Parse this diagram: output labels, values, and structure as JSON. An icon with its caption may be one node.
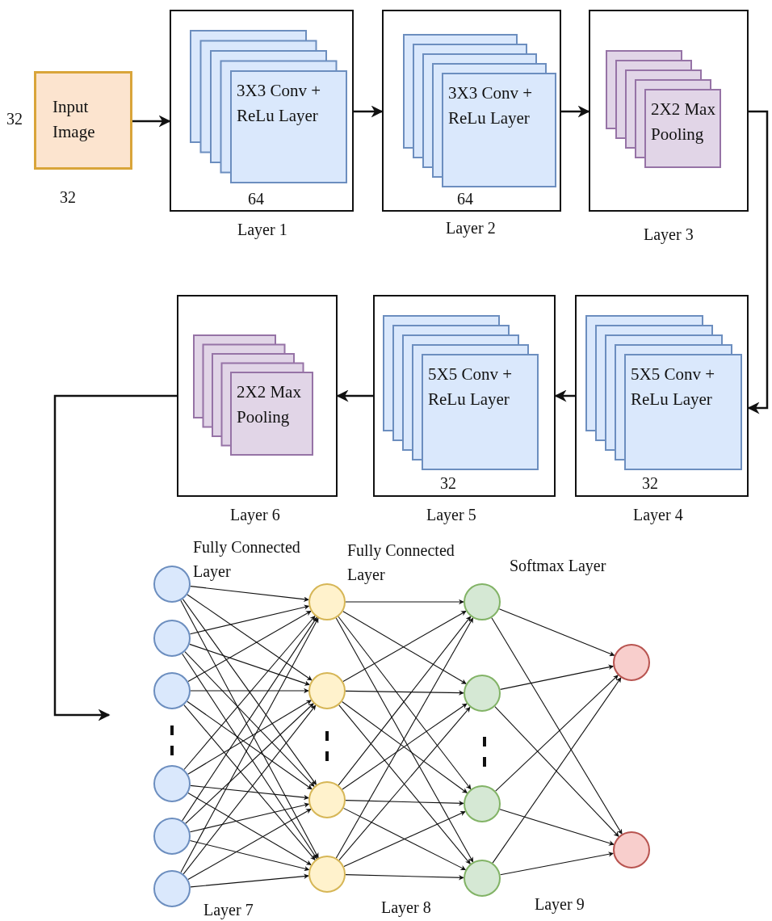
{
  "diagram": {
    "nodes": [
      {
        "text": [
          "Input Image"
        ],
        "beside": [
          "32",
          "32"
        ]
      },
      {
        "text": [],
        "shape": "box",
        "beside": [
          "Layer 1"
        ]
      },
      {
        "text": [
          "3X3 Conv + ReLu Layer"
        ],
        "in": 1,
        "beside": [
          "64"
        ]
      },
      {
        "text": [],
        "shape": "box",
        "beside": [
          "Layer 2"
        ]
      },
      {
        "text": [
          "3X3 Conv + ReLu Layer"
        ],
        "in": 3,
        "beside": [
          "64"
        ]
      },
      {
        "text": [],
        "shape": "box",
        "beside": [
          "Layer 3"
        ]
      },
      {
        "text": [
          "2X2 Max Pooling"
        ],
        "in": 5
      },
      {
        "text": [],
        "shape": "box",
        "beside": [
          "Layer 4"
        ]
      },
      {
        "text": [
          "5X5 Conv + ReLu Layer"
        ],
        "in": 7,
        "beside": [
          "32"
        ]
      },
      {
        "text": [],
        "shape": "box",
        "beside": [
          "Layer 5"
        ]
      },
      {
        "text": [
          "5X5 Conv + ReLu Layer"
        ],
        "in": 9,
        "beside": [
          "32"
        ]
      },
      {
        "text": [],
        "shape": "box",
        "beside": [
          "Layer 6"
        ]
      },
      {
        "text": [
          "2X2 Max Pooling"
        ],
        "in": 11
      },
      {
        "text": [],
        "shape": "circle"
      },
      {
        "text": [],
        "shape": "circle"
      },
      {
        "text": [],
        "shape": "circle"
      },
      {
        "text": [],
        "shape": "circle"
      },
      {
        "text": [],
        "shape": "circle"
      },
      {
        "text": [],
        "shape": "circle"
      },
      {
        "text": [],
        "shape": "circle"
      },
      {
        "text": [],
        "shape": "circle"
      },
      {
        "text": [],
        "shape": "circle"
      },
      {
        "text": [],
        "shape": "circle"
      },
      {
        "text": [],
        "shape": "circle"
      },
      {
        "text": [],
        "shape": "circle"
      },
      {
        "text": [],
        "shape": "circle"
      },
      {
        "text": [],
        "shape": "circle"
      },
      {
        "text": [],
        "shape": "circle"
      },
      {
        "text": [],
        "shape": "circle"
      }
    ],
    "edges": [
      {
        "from": 0,
        "to": 1,
        "arrow": "to"
      },
      {
        "from": 1,
        "to": 3,
        "arrow": "to"
      },
      {
        "from": 3,
        "to": 5,
        "arrow": "to"
      },
      {
        "from": 5,
        "to": 7,
        "arrow": "to"
      },
      {
        "from": 7,
        "to": 9,
        "arrow": "to"
      },
      {
        "from": 9,
        "to": 11,
        "arrow": "to"
      },
      {
        "from": 11,
        "to": null,
        "arrow": "to"
      },
      {
        "from": 13,
        "to": 19,
        "arrow": "to"
      },
      {
        "from": 13,
        "to": 20,
        "arrow": "to"
      },
      {
        "from": 13,
        "to": 21,
        "arrow": "to"
      },
      {
        "from": 13,
        "to": 22,
        "arrow": "to"
      },
      {
        "from": 14,
        "to": 19,
        "arrow": "to"
      },
      {
        "from": 14,
        "to": 20,
        "arrow": "to"
      },
      {
        "from": 14,
        "to": 21,
        "arrow": "to"
      },
      {
        "from": 14,
        "to": 22,
        "arrow": "to"
      },
      {
        "from": 15,
        "to": 19,
        "arrow": "to"
      },
      {
        "from": 15,
        "to": 20,
        "arrow": "to"
      },
      {
        "from": 15,
        "to": 21,
        "arrow": "to"
      },
      {
        "from": 15,
        "to": 22,
        "arrow": "to"
      },
      {
        "from": 16,
        "to": 19,
        "arrow": "to"
      },
      {
        "from": 16,
        "to": 20,
        "arrow": "to"
      },
      {
        "from": 16,
        "to": 21,
        "arrow": "to"
      },
      {
        "from": 16,
        "to": 22,
        "arrow": "to"
      },
      {
        "from": 17,
        "to": 19,
        "arrow": "to"
      },
      {
        "from": 17,
        "to": 20,
        "arrow": "to"
      },
      {
        "from": 17,
        "to": 21,
        "arrow": "to"
      },
      {
        "from": 17,
        "to": 22,
        "arrow": "to"
      },
      {
        "from": 18,
        "to": 19,
        "arrow": "to"
      },
      {
        "from": 18,
        "to": 20,
        "arrow": "to"
      },
      {
        "from": 18,
        "to": 21,
        "arrow": "to"
      },
      {
        "from": 18,
        "to": 22,
        "arrow": "to"
      },
      {
        "from": 19,
        "to": 23,
        "arrow": "to"
      },
      {
        "from": 19,
        "to": 24,
        "arrow": "to"
      },
      {
        "from": 19,
        "to": 25,
        "arrow": "to"
      },
      {
        "from": 19,
        "to": 26,
        "arrow": "to"
      },
      {
        "from": 20,
        "to": 23,
        "arrow": "to"
      },
      {
        "from": 20,
        "to": 24,
        "arrow": "to"
      },
      {
        "from": 20,
        "to": 25,
        "arrow": "to"
      },
      {
        "from": 20,
        "to": 26,
        "arrow": "to"
      },
      {
        "from": 21,
        "to": 23,
        "arrow": "to"
      },
      {
        "from": 21,
        "to": 24,
        "arrow": "to"
      },
      {
        "from": 21,
        "to": 25,
        "arrow": "to"
      },
      {
        "from": 21,
        "to": 26,
        "arrow": "to"
      },
      {
        "from": 22,
        "to": 23,
        "arrow": "to"
      },
      {
        "from": 22,
        "to": 24,
        "arrow": "to"
      },
      {
        "from": 22,
        "to": 25,
        "arrow": "to"
      },
      {
        "from": 22,
        "to": 26,
        "arrow": "to"
      },
      {
        "from": 23,
        "to": 27,
        "arrow": "to"
      },
      {
        "from": 23,
        "to": 28,
        "arrow": "to"
      },
      {
        "from": 24,
        "to": 27,
        "arrow": "to"
      },
      {
        "from": 24,
        "to": 28,
        "arrow": "to"
      },
      {
        "from": 25,
        "to": 27,
        "arrow": "to"
      },
      {
        "from": 25,
        "to": 28,
        "arrow": "to"
      },
      {
        "from": 26,
        "to": 27,
        "arrow": "to"
      },
      {
        "from": 26,
        "to": 28,
        "arrow": "to"
      }
    ],
    "labels": [
      "Fully Connected Layer",
      "Fully Connected Layer",
      "Softmax Layer",
      "Layer 7",
      "Layer 8",
      "Layer 9"
    ]
  }
}
